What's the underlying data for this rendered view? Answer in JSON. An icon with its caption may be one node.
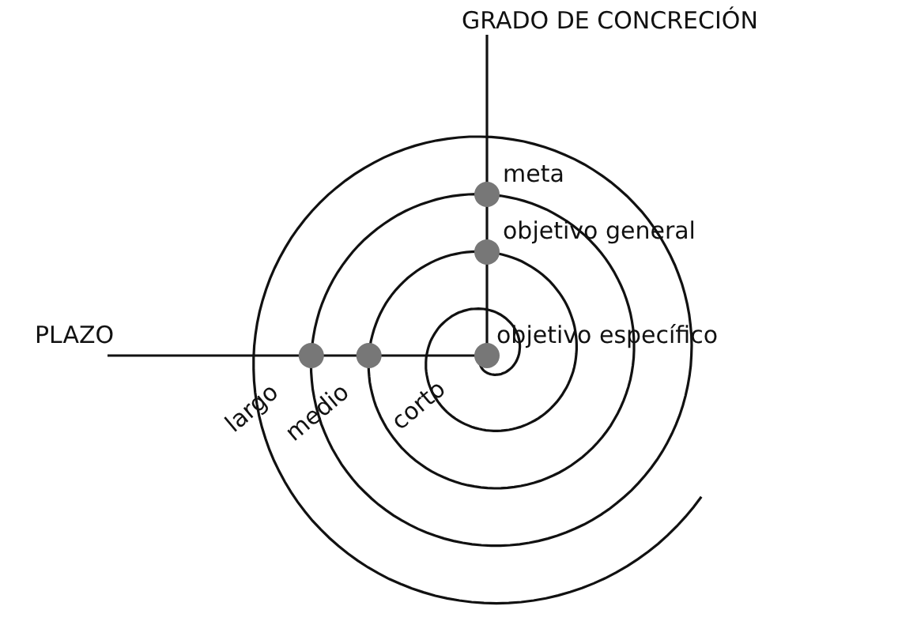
{
  "diagram": {
    "labels": [
      "GRADO DE CONCRECIÓN",
      "meta",
      "objetivo general",
      "PLAZO",
      "objetivo específico",
      "largo",
      "medio",
      "corto"
    ]
  }
}
